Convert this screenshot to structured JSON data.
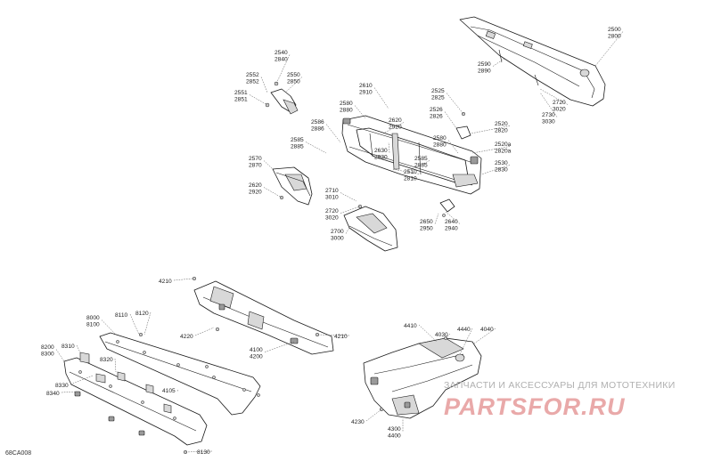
{
  "document_code": "68CA008",
  "watermark": {
    "tagline": "ЗАПЧАСТИ И АКСЕССУАРЫ ДЛЯ МОТОТЕХНИКИ",
    "logo": "PARTSFOR.RU",
    "logo_color": "#e9a9a9"
  },
  "callouts": [
    {
      "id": "c2500",
      "label": "2500\n2800"
    },
    {
      "id": "c2590",
      "label": "2590\n2890"
    },
    {
      "id": "c2720a",
      "label": "2720\n3020"
    },
    {
      "id": "c2730",
      "label": "2730\n3030"
    },
    {
      "id": "c2540",
      "label": "2540\n2840"
    },
    {
      "id": "c2552",
      "label": "2552\n2852"
    },
    {
      "id": "c2550",
      "label": "2550\n2850"
    },
    {
      "id": "c2551",
      "label": "2551\n2851"
    },
    {
      "id": "c2610",
      "label": "2610\n2910"
    },
    {
      "id": "c2525",
      "label": "2525\n2825"
    },
    {
      "id": "c2580a",
      "label": "2580\n2880"
    },
    {
      "id": "c2526",
      "label": "2526\n2826"
    },
    {
      "id": "c2586",
      "label": "2586\n2886"
    },
    {
      "id": "c2620a",
      "label": "2620\n2920"
    },
    {
      "id": "c2520",
      "label": "2520\n2820"
    },
    {
      "id": "c2585a",
      "label": "2585\n2885"
    },
    {
      "id": "c2580b",
      "label": "2580\n2880"
    },
    {
      "id": "c2630",
      "label": "2630\n2930"
    },
    {
      "id": "c2520a",
      "label": "2520a\n2820a"
    },
    {
      "id": "c2570",
      "label": "2570\n2870"
    },
    {
      "id": "c2585b",
      "label": "2585\n2885"
    },
    {
      "id": "c2530",
      "label": "2530\n2830"
    },
    {
      "id": "c2510",
      "label": "2510\n2810"
    },
    {
      "id": "c2620b",
      "label": "2620\n2920"
    },
    {
      "id": "c2710",
      "label": "2710\n3010"
    },
    {
      "id": "c2720b",
      "label": "2720\n3020"
    },
    {
      "id": "c2650",
      "label": "2650\n2950"
    },
    {
      "id": "c2640",
      "label": "2640\n2940"
    },
    {
      "id": "c2700",
      "label": "2700\n3000"
    },
    {
      "id": "c4210a",
      "label": "4210"
    },
    {
      "id": "c8000",
      "label": "8000\n8100"
    },
    {
      "id": "c8110",
      "label": "8110"
    },
    {
      "id": "c8120",
      "label": "8120"
    },
    {
      "id": "c4220",
      "label": "4220"
    },
    {
      "id": "c4210b",
      "label": "4210"
    },
    {
      "id": "c8200",
      "label": "8200\n8300"
    },
    {
      "id": "c8310",
      "label": "8310"
    },
    {
      "id": "c8320",
      "label": "8320"
    },
    {
      "id": "c4100",
      "label": "4100\n4200"
    },
    {
      "id": "c4410",
      "label": "4410"
    },
    {
      "id": "c4440",
      "label": "4440"
    },
    {
      "id": "c4040",
      "label": "4040"
    },
    {
      "id": "c4030",
      "label": "4030"
    },
    {
      "id": "c8330",
      "label": "8330"
    },
    {
      "id": "c4105",
      "label": "4105"
    },
    {
      "id": "c8340",
      "label": "8340"
    },
    {
      "id": "c4230",
      "label": "4230"
    },
    {
      "id": "c4300",
      "label": "4300\n4400"
    },
    {
      "id": "c8130",
      "label": "8130"
    }
  ]
}
